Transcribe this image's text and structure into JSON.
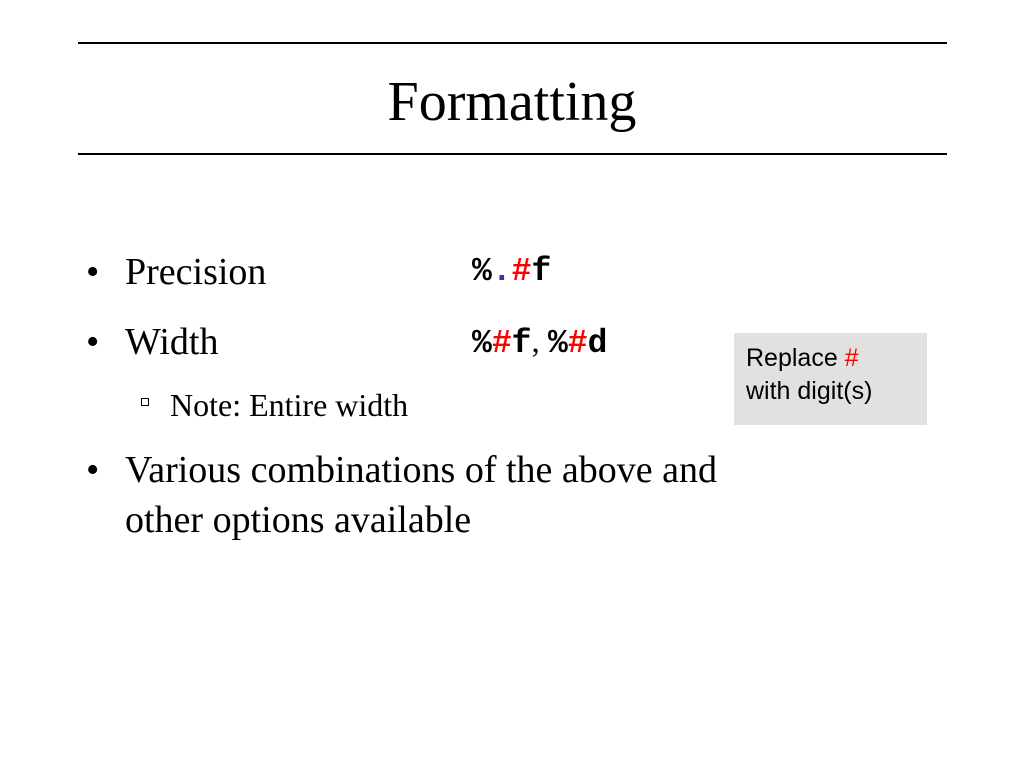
{
  "slide": {
    "title": "Formatting",
    "bullets": [
      {
        "label": "Precision",
        "code": [
          {
            "text": "%",
            "color": "#000000"
          },
          {
            "text": ".",
            "color": "#2b3aa8"
          },
          {
            "text": "#",
            "color": "#ff0000"
          },
          {
            "text": "f",
            "color": "#000000"
          }
        ]
      },
      {
        "label": "Width",
        "code": [
          {
            "text": "%",
            "color": "#000000"
          },
          {
            "text": "#",
            "color": "#ff0000"
          },
          {
            "text": "f",
            "color": "#000000"
          }
        ],
        "separator": ", ",
        "code2": [
          {
            "text": "%",
            "color": "#000000"
          },
          {
            "text": "#",
            "color": "#ff0000"
          },
          {
            "text": "d",
            "color": "#000000"
          }
        ],
        "sub": "Note:  Entire width"
      },
      {
        "line1": "Various combinations of the above and",
        "line2": "other options available"
      }
    ],
    "bullet_char": "•",
    "callout": {
      "line1_prefix": "Replace ",
      "line1_highlight": "#",
      "line2": "with digit(s)",
      "highlight_color": "#ff0000",
      "background": "#e1e1e1"
    }
  }
}
